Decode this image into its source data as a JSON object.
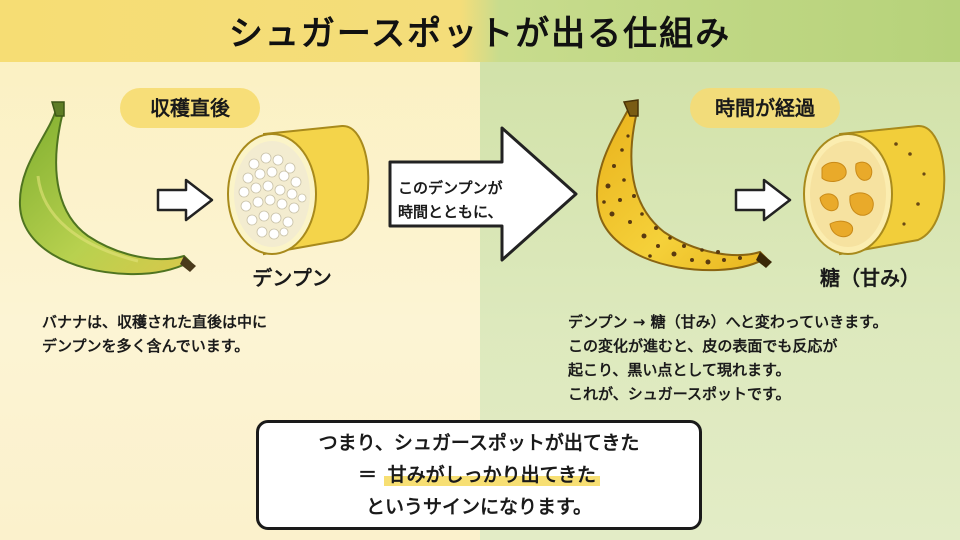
{
  "title": "シュガースポットが出る仕組み",
  "left": {
    "pill": "収穫直後",
    "label": "デンプン",
    "text_lines": [
      "バナナは、収穫された直後は中に",
      "デンプンを多く含んでいます。"
    ]
  },
  "middle": {
    "arrow_lines": [
      "このデンプンが",
      "時間とともに、"
    ]
  },
  "right": {
    "pill": "時間が経過",
    "label": "糖（甘み）",
    "text_lines": [
      "デンプン → 糖（甘み）へと変わっていきます。",
      "この変化が進むと、皮の表面でも反応が",
      "起こり、黒い点として現れます。",
      "これが、シュガースポットです。"
    ]
  },
  "bottom": {
    "line1": "つまり、シュガースポットが出てきた",
    "eq": "＝",
    "line2": "甘みがしっかり出てきた",
    "line3": "というサインになります。"
  },
  "colors": {
    "left_bg": "#fcf4d4",
    "right_bg": "#dde9bd",
    "highlight": "#f7df73",
    "green_banana": "#8fbf3c",
    "ripe_banana": "#f1c72c"
  }
}
